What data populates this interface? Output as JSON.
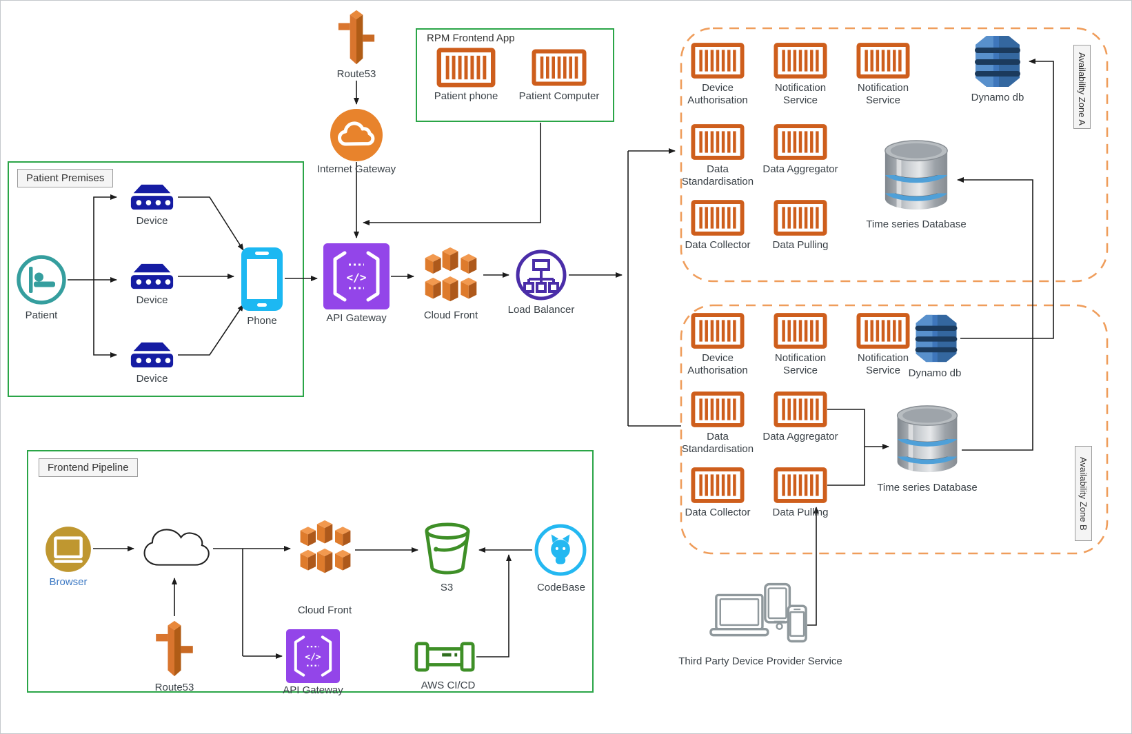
{
  "top_flow": {
    "route53": "Route53",
    "internet_gateway": "Internet Gateway"
  },
  "rpm_frontend_app": {
    "title": "RPM Frontend App",
    "patient_phone": "Patient phone",
    "patient_computer": "Patient Computer"
  },
  "patient_premises": {
    "title": "Patient Premises",
    "patient": "Patient",
    "device1": "Device",
    "device2": "Device",
    "device3": "Device",
    "phone": "Phone"
  },
  "backbone": {
    "api_gateway": "API Gateway",
    "cloud_front": "Cloud Front",
    "load_balancer": "Load Balancer"
  },
  "zone_a": {
    "title": "Availability Zone A",
    "device_authorisation": "Device Authorisation",
    "notification_service_1": "Notification Service",
    "notification_service_2": "Notification Service",
    "data_standardisation": "Data Standardisation",
    "data_aggregator": "Data Aggregator",
    "data_collector": "Data Collector",
    "data_pulling": "Data Pulling",
    "dynamo_db": "Dynamo db",
    "time_series_db": "Time series Database"
  },
  "zone_b": {
    "title": "Availability Zone B",
    "device_authorisation": "Device Authorisation",
    "notification_service_1": "Notification Service",
    "notification_service_2": "Notification Service",
    "data_standardisation": "Data Standardisation",
    "data_aggregator": "Data Aggregator",
    "data_collector": "Data Collector",
    "data_pulling": "Data Pulling",
    "dynamo_db": "Dynamo db",
    "time_series_db": "Time series Database"
  },
  "frontend_pipeline": {
    "title": "Frontend Pipeline",
    "browser": "Browser",
    "route53": "Route53",
    "cloud_front": "Cloud Front",
    "api_gateway": "API Gateway",
    "s3": "S3",
    "aws_cicd": "AWS CI/CD",
    "codebase": "CodeBase"
  },
  "third_party": {
    "label": "Third Party Device Provider Service"
  },
  "colors": {
    "container_orange": "#CE5E1C",
    "zone_dash_orange": "#EF9D5B",
    "group_green": "#2AA547",
    "api_gateway_purple": "#9345E9",
    "load_balancer_purple": "#4A2DA8",
    "device_navy": "#151CA3",
    "patient_teal": "#359E9E",
    "phone_cyan": "#1CB8F2",
    "dynamo_blue": "#3E76BB",
    "s3_green": "#3E8F27",
    "codebase_cyan": "#24B8F1",
    "browser_gold": "#BF9730",
    "browser_label_blue": "#3B78C3",
    "third_party_gray": "#8F989C",
    "wire_black": "#1B1B1B"
  },
  "icons": {
    "route53": "signpost-icon",
    "internet_gateway": "cloud-circle-icon",
    "service_container": "vertical-bars-card-icon",
    "patient": "person-in-bed-icon",
    "device": "iot-hub-icon",
    "phone": "smartphone-icon",
    "api_gateway": "code-brackets-icon",
    "cloud_front": "aws-cubes-icon",
    "load_balancer": "network-tree-icon",
    "dynamo_db": "blue-barrel-db-icon",
    "time_series_db": "cylinder-db-icon",
    "browser": "monitor-circle-icon",
    "dns_cloud": "cloud-outline-icon",
    "s3": "bucket-icon",
    "aws_cicd": "pipeline-icon",
    "codebase": "octocat-icon",
    "third_party": "devices-cluster-icon"
  }
}
